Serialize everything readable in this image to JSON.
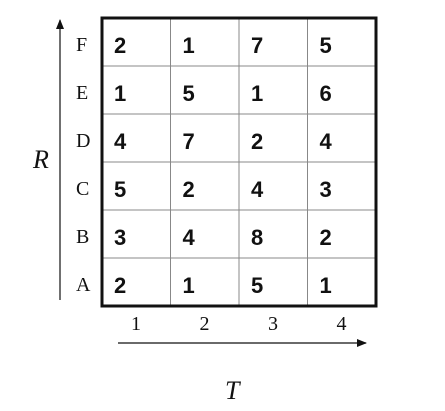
{
  "axes": {
    "row_axis_label": "R",
    "col_axis_label": "T"
  },
  "rows": [
    "F",
    "E",
    "D",
    "C",
    "B",
    "A"
  ],
  "columns": [
    "1",
    "2",
    "3",
    "4"
  ],
  "grid": [
    [
      "2",
      "1",
      "7",
      "5"
    ],
    [
      "1",
      "5",
      "1",
      "6"
    ],
    [
      "4",
      "7",
      "2",
      "4"
    ],
    [
      "5",
      "2",
      "4",
      "3"
    ],
    [
      "3",
      "4",
      "8",
      "2"
    ],
    [
      "2",
      "1",
      "5",
      "1"
    ]
  ]
}
